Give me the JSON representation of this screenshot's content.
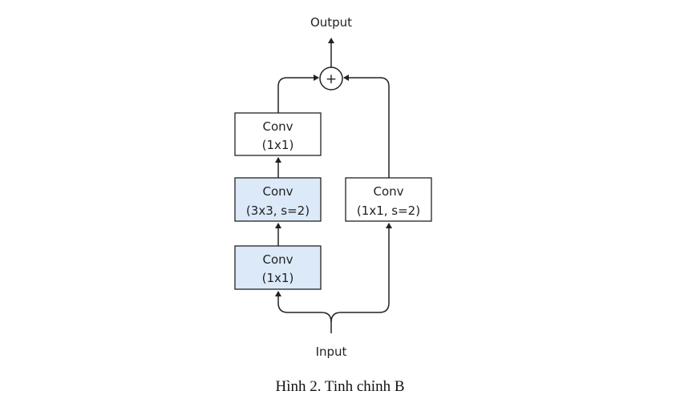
{
  "diagram": {
    "output_label": "Output",
    "input_label": "Input",
    "add_symbol": "+",
    "colors": {
      "highlight_fill": "#dce9f8",
      "plain_fill": "#ffffff",
      "stroke": "#222222"
    },
    "blocks": {
      "conv_top": {
        "line1": "Conv",
        "line2": "(1x1)"
      },
      "conv_mid": {
        "line1": "Conv",
        "line2": "(3x3, s=2)"
      },
      "conv_bottom": {
        "line1": "Conv",
        "line2": "(1x1)"
      },
      "conv_shortcut": {
        "line1": "Conv",
        "line2": "(1x1, s=2)"
      }
    }
  },
  "caption": "Hình 2. Tinh chỉnh B"
}
